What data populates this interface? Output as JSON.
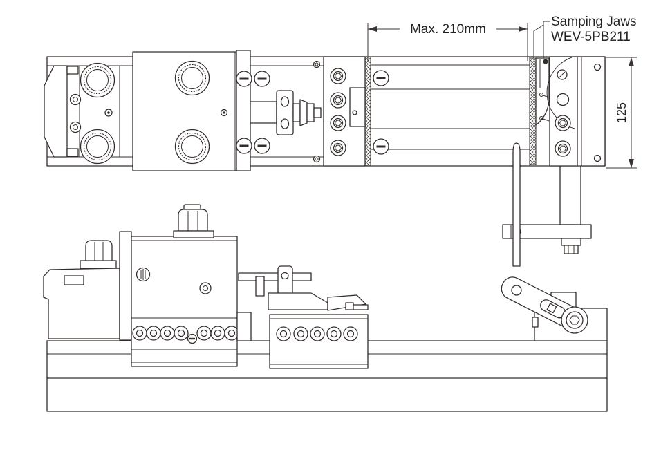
{
  "annotations": {
    "max_width_dim": "Max. 210mm",
    "jaw_label_line1": "Samping Jaws",
    "jaw_label_line2": "WEV-5PB211",
    "height_dim": "125"
  },
  "colors": {
    "highlight_yellow": "#FFE800",
    "line": "#332D2B",
    "background": "#FFFFFF"
  }
}
